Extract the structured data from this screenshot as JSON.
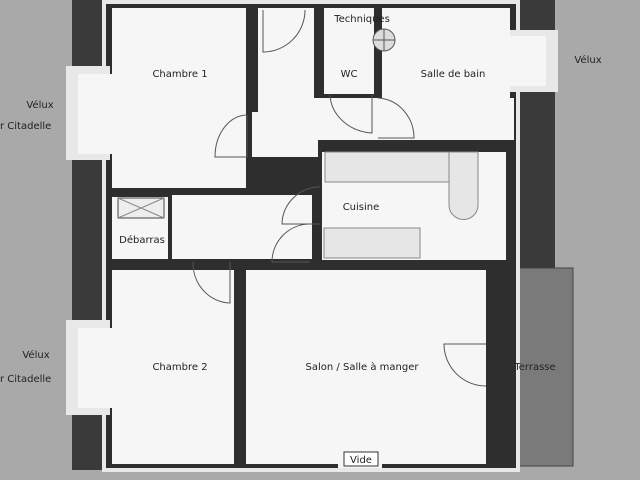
{
  "plan": {
    "rooms": {
      "chambre1": "Chambre 1",
      "techniques": "Techniques",
      "wc": "WC",
      "salle_de_bain": "Salle de bain",
      "cuisine": "Cuisine",
      "debarras": "Débarras",
      "chambre2": "Chambre 2",
      "salon": "Salon / Salle à manger",
      "terrasse": "Terrasse",
      "vide": "Vide"
    },
    "annotations": {
      "velux_left_top": "Vélux",
      "citadelle_left_top": "r Citadelle",
      "velux_right": "Vélux",
      "velux_left_bottom": "Vélux",
      "citadelle_left_bottom": "r Citadelle"
    },
    "colors": {
      "background": "#a9a9a9",
      "wall": "#3a3a3a",
      "terrasse": "#7a7a7a",
      "floor": "#f6f6f6"
    }
  }
}
